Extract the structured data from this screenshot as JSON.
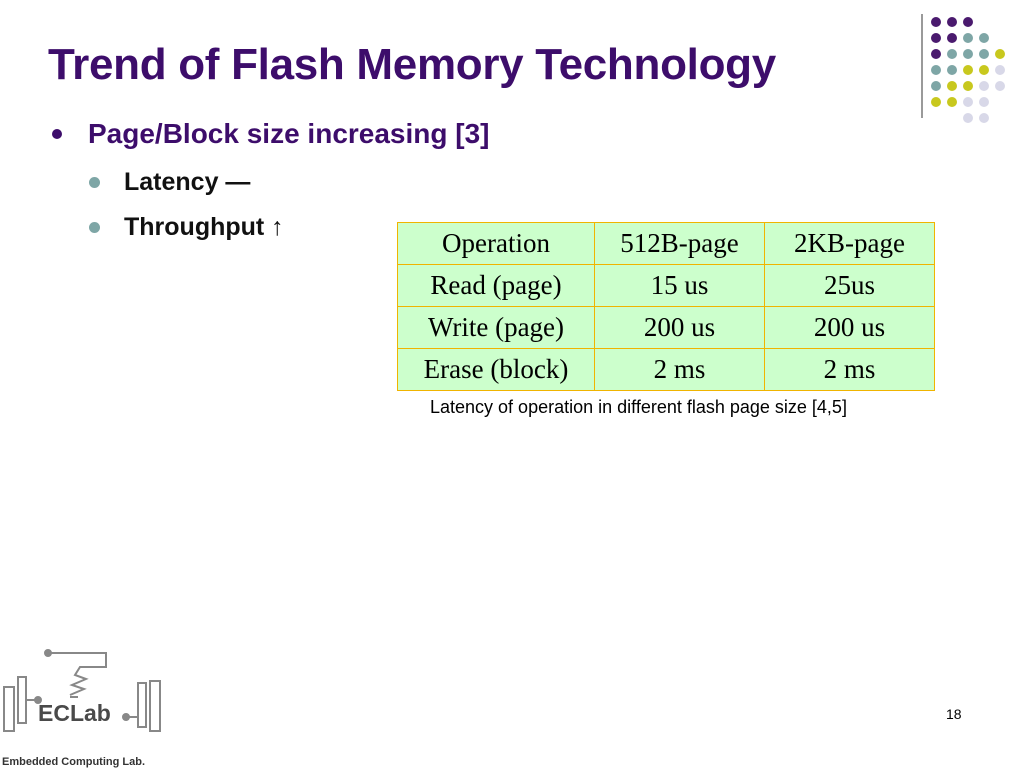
{
  "title": "Trend of Flash Memory Technology",
  "bullets": {
    "main": "Page/Block size increasing [3]",
    "latency": "Latency  —",
    "throughput": "Throughput ↑"
  },
  "table": {
    "headers": [
      "Operation",
      "512B-page",
      "2KB-page"
    ],
    "rows": [
      [
        "Read (page)",
        "15 us",
        "25us"
      ],
      [
        "Write (page)",
        "200 us",
        "200 us"
      ],
      [
        "Erase (block)",
        "2 ms",
        "2 ms"
      ]
    ]
  },
  "caption": "Latency of operation in different flash page size [4,5]",
  "page_number": "18",
  "logo": {
    "name": "ECLab",
    "subtitle": "Embedded Computing Lab."
  },
  "colors": {
    "title": "#3d0d6b",
    "table_fill": "#ccffcc",
    "table_border": "#f0b400",
    "dot_purple": "#4a1a6e",
    "dot_teal": "#7ea6a6",
    "dot_yellow": "#c8c81e",
    "dot_lavender": "#d8d8e8"
  },
  "icons": [
    "decorative-dot-grid",
    "eclab-circuit-logo"
  ]
}
